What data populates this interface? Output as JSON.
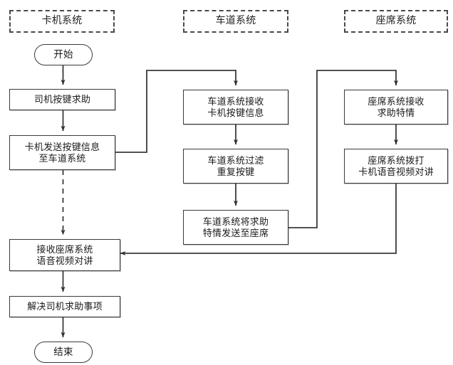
{
  "diagram": {
    "title_lanes": [
      {
        "name": "card-machine-system",
        "label": "卡机系统"
      },
      {
        "name": "lane-system",
        "label": "车道系统"
      },
      {
        "name": "agent-seat-system",
        "label": "座席系统"
      }
    ],
    "nodes": {
      "start": "开始",
      "driver_press_help": "司机按键求助",
      "card_send_key_info": "卡机发送按键信息\n至车道系统",
      "receive_agent_av": "接收座席系统\n语音视频对讲",
      "resolve_driver_request": "解决司机求助事项",
      "end": "结束",
      "lane_receive_key_info": "车道系统接收\n卡机按键信息",
      "lane_filter_repeat": "车道系统过滤\n重复按键",
      "lane_send_to_agent": "车道系统将求助\n特情发送至座席",
      "agent_receive_event": "座席系统接收\n求助特情",
      "agent_dial_card_av": "座席系统拨打\n卡机语音视频对讲"
    },
    "colors": {
      "line": "#3a3a3a",
      "dashed_border": "#4a4a4a",
      "background": "#ffffff",
      "text": "#1a1a1a"
    },
    "connector_styles": {
      "solid": "solid",
      "dashed": "dashed"
    }
  }
}
